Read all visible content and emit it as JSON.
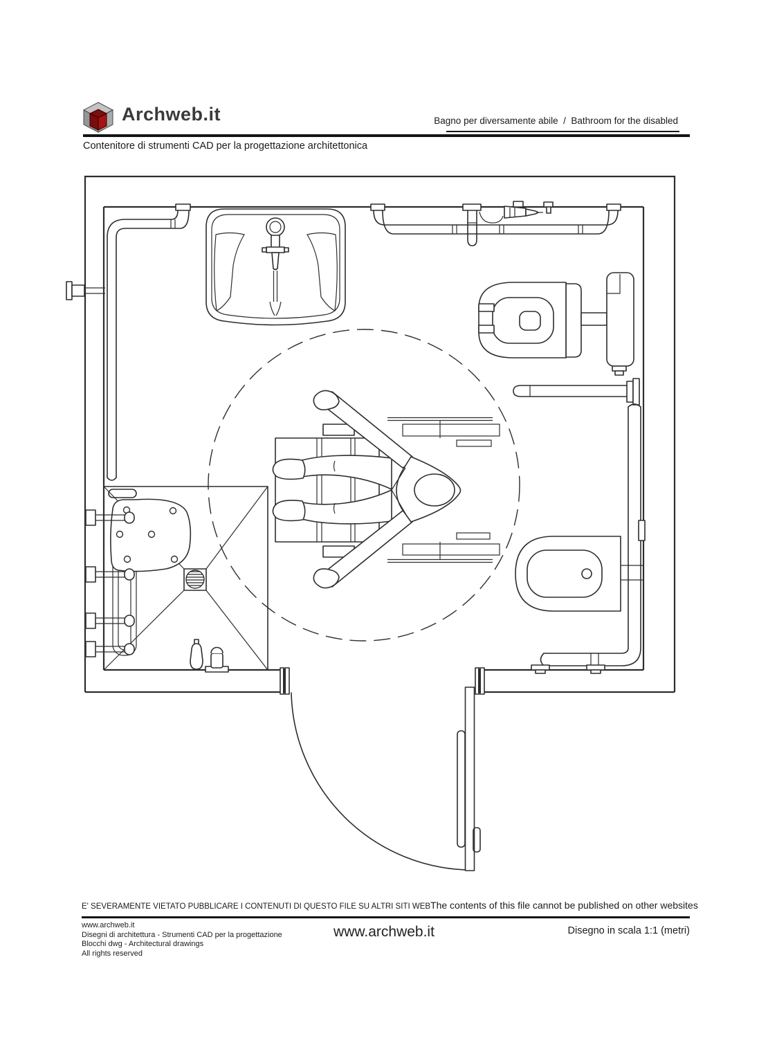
{
  "header": {
    "logo_text": "Archweb.it",
    "subject_line": "Bagno per diversamente abile  /  Bathroom for the disabled",
    "tagline": "Contenitore di strumenti CAD per la progettazione architettonica"
  },
  "plan": {
    "description": "Top-view floor plan of an accessible bathroom for disabled users",
    "fixtures": [
      "washbasin",
      "faucet",
      "toilet",
      "cistern",
      "bidet",
      "shower",
      "shower-seat",
      "floor-drain",
      "hand-shower",
      "shower-controls",
      "grab-bars",
      "wheelchair",
      "person-figure",
      "turning-circle",
      "door",
      "door-swing"
    ]
  },
  "footer": {
    "warning_it": "E' SEVERAMENTE VIETATO PUBBLICARE I CONTENUTI DI QUESTO FILE SU ALTRI SITI WEB",
    "warning_en": "The contents of this file cannot be published on other websites",
    "left_lines": [
      "www.archweb.it",
      "Disegni di architettura - Strumenti CAD  per la progettazione",
      "Blocchi dwg - Architectural drawings",
      "All rights reserved"
    ],
    "center_url": "www.archweb.it",
    "scale_note": "Disegno in scala 1:1 (metri)"
  },
  "colors": {
    "line": "#2d2d2d",
    "logo_red_light": "#a41414",
    "logo_red_dark": "#7a0d0d",
    "logo_gray_top": "#c4c4c4",
    "logo_gray_left": "#969696",
    "logo_gray_right": "#ababab"
  }
}
